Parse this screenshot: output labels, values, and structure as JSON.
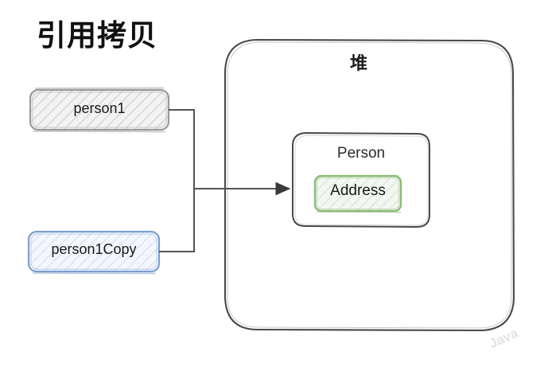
{
  "diagram": {
    "title": "引用拷贝",
    "watermark": "Java",
    "heap": {
      "label": "堆",
      "person_object": {
        "label": "Person",
        "field": {
          "label": "Address",
          "border_color": "#8cba79",
          "fill_color": "#eef5ea"
        }
      }
    },
    "variables": [
      {
        "name": "person1",
        "border_color": "#9a9a9a",
        "fill_color": "#f2f2f2"
      },
      {
        "name": "person1Copy",
        "border_color": "#7d9fd0",
        "fill_color": "#eef2fa"
      }
    ],
    "connector": {
      "arrow_label": "",
      "stroke_color": "#555555"
    }
  }
}
